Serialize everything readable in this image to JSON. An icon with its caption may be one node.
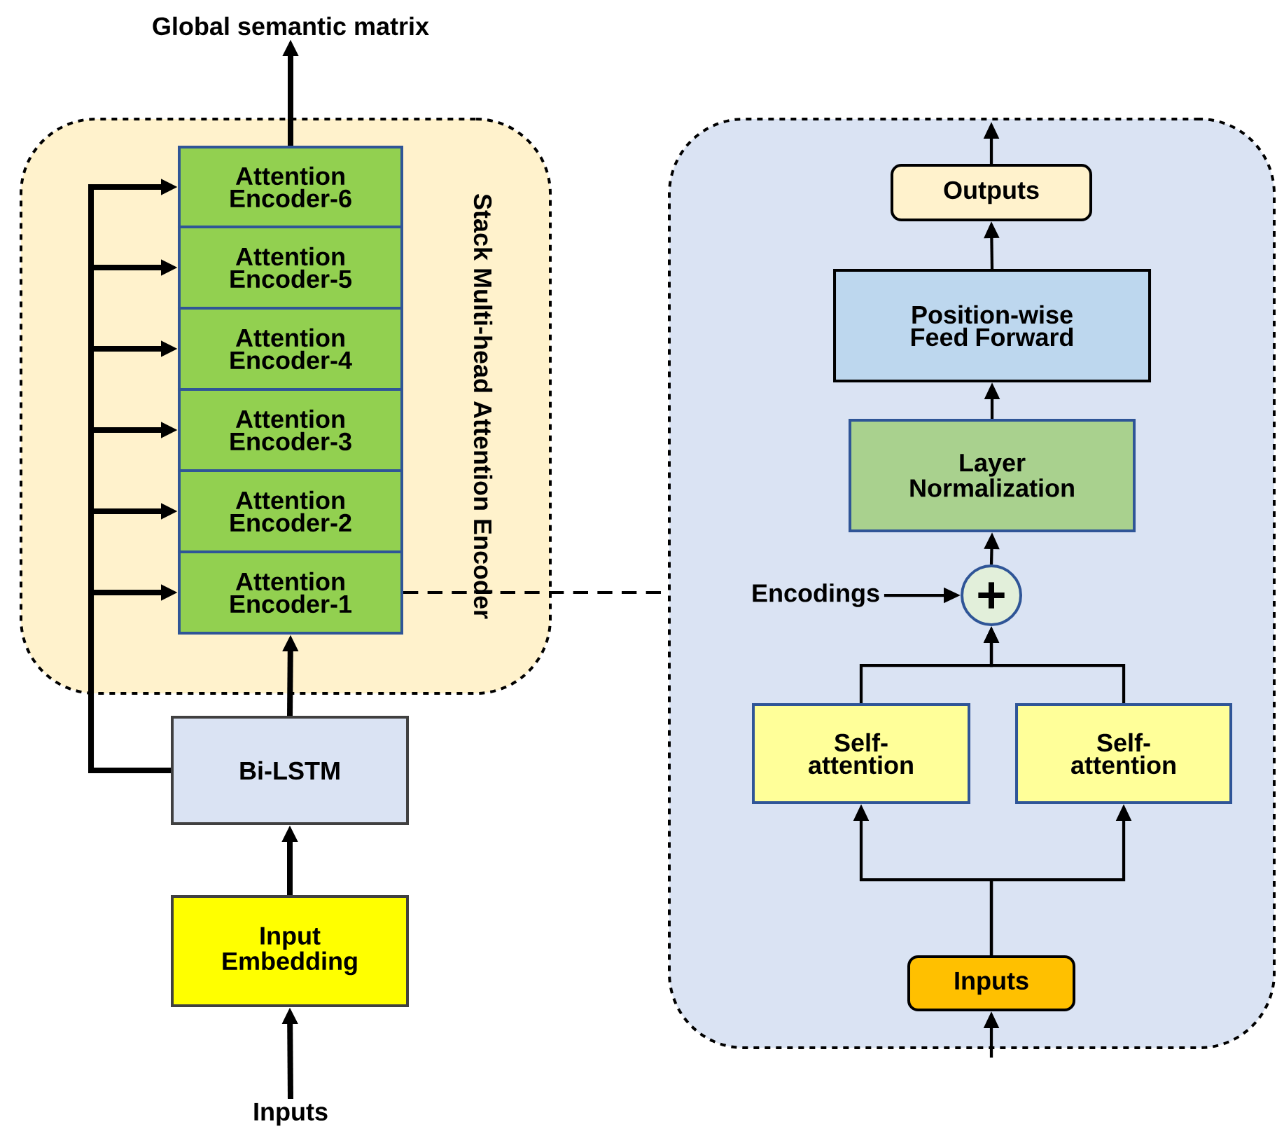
{
  "diagram": {
    "nodes": [
      {
        "text": [
          "Stack Multi-head Attention Encoder"
        ]
      },
      {
        "text": [
          "Attention Encoder-6"
        ],
        "in": 0
      },
      {
        "text": [
          "Attention Encoder-5"
        ],
        "in": 0
      },
      {
        "text": [
          "Attention Encoder-4"
        ],
        "in": 0
      },
      {
        "text": [
          "Attention Encoder-3"
        ],
        "in": 0
      },
      {
        "text": [
          "Attention Encoder-2"
        ],
        "in": 0
      },
      {
        "text": [
          "Attention Encoder-1"
        ],
        "in": 0
      },
      {
        "text": [
          "Bi-LSTM"
        ]
      },
      {
        "text": [
          "Input Embedding"
        ]
      },
      {
        "text": [
          "Inputs"
        ]
      },
      {
        "text": [
          "Global semantic matrix"
        ]
      },
      {
        "text": [],
        "shape": "box"
      },
      {
        "text": [
          "Outputs"
        ],
        "in": 11
      },
      {
        "text": [
          "Position-wise Feed Forward"
        ],
        "in": 11
      },
      {
        "text": [
          "Layer Normalization"
        ],
        "in": 11
      },
      {
        "text": [],
        "shape": "circle",
        "in": 11
      },
      {
        "text": [
          "Encodings"
        ],
        "in": 11
      },
      {
        "text": [
          "Self-attention"
        ],
        "in": 11
      },
      {
        "text": [
          "Self-attention"
        ],
        "in": 11
      },
      {
        "text": [
          "Inputs"
        ],
        "in": 11
      }
    ],
    "edges": [
      {
        "from": 9,
        "to": 8,
        "arrow": "to",
        "style": "thick"
      },
      {
        "from": 8,
        "to": 7,
        "arrow": "to",
        "style": "thick"
      },
      {
        "from": 7,
        "to": 6,
        "arrow": "to",
        "style": "thick"
      },
      {
        "from": 7,
        "to": 1,
        "arrow": "to",
        "style": "thick"
      },
      {
        "from": 7,
        "to": 2,
        "arrow": "to",
        "style": "thick"
      },
      {
        "from": 7,
        "to": 3,
        "arrow": "to",
        "style": "thick"
      },
      {
        "from": 7,
        "to": 4,
        "arrow": "to",
        "style": "thick"
      },
      {
        "from": 7,
        "to": 5,
        "arrow": "to",
        "style": "thick"
      },
      {
        "from": 7,
        "to": 6,
        "arrow": "to",
        "style": "thick"
      },
      {
        "from": 1,
        "to": 10,
        "arrow": "to",
        "style": "thick"
      },
      {
        "from": 6,
        "to": 11,
        "arrow": "none",
        "style": "dashed"
      },
      {
        "from": 12,
        "to": null,
        "arrow": "to"
      },
      {
        "from": 13,
        "to": 12,
        "arrow": "to"
      },
      {
        "from": 14,
        "to": 13,
        "arrow": "to"
      },
      {
        "from": 15,
        "to": 14,
        "arrow": "to"
      },
      {
        "from": 16,
        "to": 15,
        "arrow": "to"
      },
      {
        "from": 17,
        "to": 15,
        "arrow": "to"
      },
      {
        "from": 18,
        "to": 15,
        "arrow": "to"
      },
      {
        "from": 19,
        "to": 17,
        "arrow": "to"
      },
      {
        "from": 19,
        "to": 18,
        "arrow": "to"
      },
      {
        "from": null,
        "to": 19,
        "arrow": "to"
      }
    ]
  }
}
